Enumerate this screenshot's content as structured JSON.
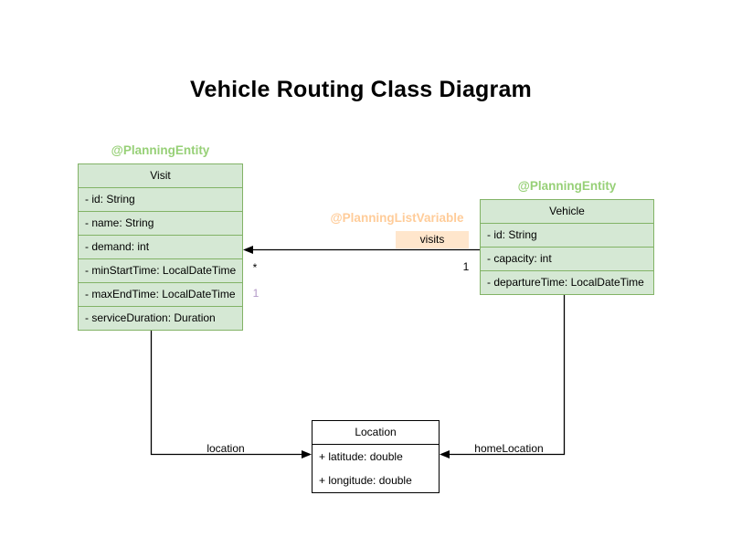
{
  "title": "Vehicle Routing Class Diagram",
  "colors": {
    "class_fill_green": "#d5e8d4",
    "class_border_green": "#82b366",
    "annotation_green": "#97d077",
    "annotation_orange": "#ffcc99",
    "edge_label_fill": "#ffe6cc",
    "extra_multiplicity_purple": "#b298c7",
    "edge_stroke": "#000000"
  },
  "annotations": {
    "visit_entity": "@PlanningEntity",
    "vehicle_entity": "@PlanningEntity",
    "list_variable": "@PlanningListVariable"
  },
  "classes": {
    "visit": {
      "name": "Visit",
      "attributes": [
        "- id: String",
        "- name: String",
        "- demand: int",
        "- minStartTime: LocalDateTime",
        "- maxEndTime: LocalDateTime",
        "- serviceDuration: Duration"
      ]
    },
    "vehicle": {
      "name": "Vehicle",
      "attributes": [
        "- id: String",
        "- capacity: int",
        "- departureTime: LocalDateTime"
      ]
    },
    "location": {
      "name": "Location",
      "attributes": [
        "+ latitude: double",
        "+ longitude: double"
      ]
    }
  },
  "edges": {
    "visits": {
      "label": "visits",
      "multiplicity_visit_side": "*",
      "multiplicity_vehicle_side": "1",
      "multiplicity_extra": "1"
    },
    "location": {
      "label": "location"
    },
    "home_location": {
      "label": "homeLocation"
    }
  }
}
